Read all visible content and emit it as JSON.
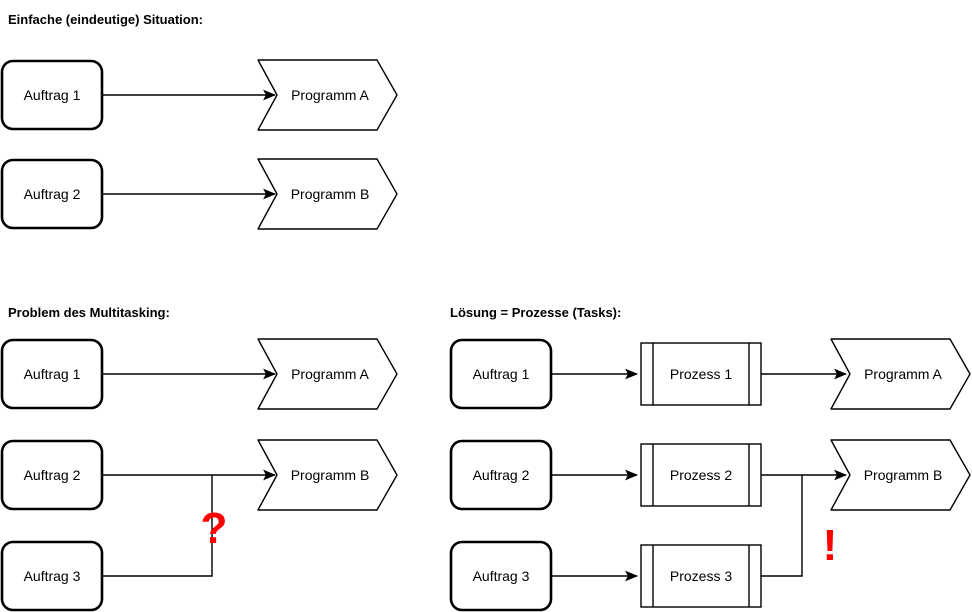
{
  "colors": {
    "background": "#FFFFFF",
    "stroke": "#000000",
    "text": "#000000",
    "annotation_red": "#FF0000"
  },
  "sections": {
    "simple": {
      "title": "Einfache (eindeutige) Situation:",
      "nodes": {
        "auftrag1": "Auftrag 1",
        "auftrag2": "Auftrag 2",
        "programm_a": "Programm A",
        "programm_b": "Programm B"
      }
    },
    "problem": {
      "title": "Problem des Multitasking:",
      "nodes": {
        "auftrag1": "Auftrag 1",
        "auftrag2": "Auftrag 2",
        "auftrag3": "Auftrag 3",
        "programm_a": "Programm A",
        "programm_b": "Programm B"
      },
      "conflict_marker": "?"
    },
    "solution": {
      "title": "Lösung = Prozesse (Tasks):",
      "nodes": {
        "auftrag1": "Auftrag 1",
        "auftrag2": "Auftrag 2",
        "auftrag3": "Auftrag 3",
        "prozess1": "Prozess 1",
        "prozess2": "Prozess 2",
        "prozess3": "Prozess 3",
        "programm_a": "Programm A",
        "programm_b": "Programm B"
      },
      "resolution_marker": "!"
    }
  }
}
